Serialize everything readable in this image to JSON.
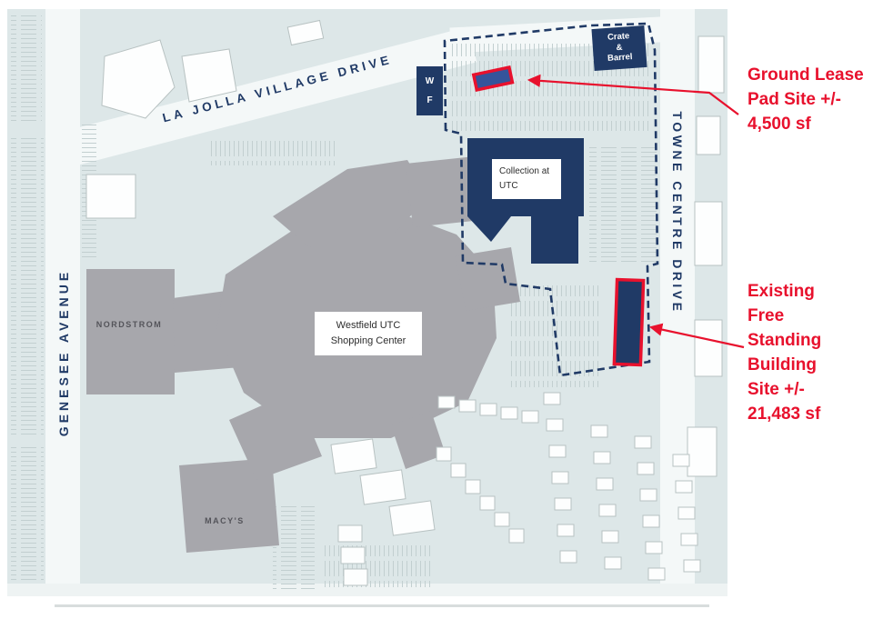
{
  "map": {
    "streets": {
      "la_jolla_village_drive": "LA JOLLA VILLAGE DRIVE",
      "genesee_avenue": "GENESEE AVENUE",
      "towne_centre_drive": "TOWNE CENTRE DRIVE"
    },
    "places": {
      "nordstrom": "NORDSTROM",
      "macys": "MACY'S",
      "westfield_utc": "Westfield UTC Shopping Center",
      "collection_at_utc": "Collection at UTC",
      "crate_and_barrel": "Crate & Barrel",
      "wf_top": "W",
      "wf_bottom": "F"
    }
  },
  "annotations": {
    "ground_lease_pad": "Ground Lease Pad Site +/- 4,500 sf",
    "existing_free_standing": "Existing Free Standing Building Site +/- 21,483 sf"
  },
  "colors": {
    "map_background": "#dde7e8",
    "building_gray": "#a7a7ac",
    "navy": "#203a66",
    "highlight_red": "#e8112d",
    "road_white": "#f4f8f8"
  }
}
